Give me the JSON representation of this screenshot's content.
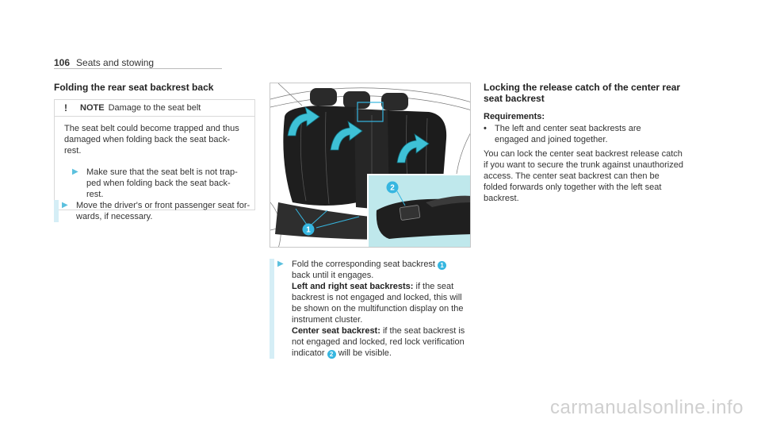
{
  "header": {
    "page_number": "106",
    "section": "Seats and stowing"
  },
  "col1": {
    "title": "Folding the rear seat backrest back",
    "note": {
      "icon": "!",
      "label": "NOTE",
      "heading": "Damage to the seat belt",
      "body": "The seat belt could become trapped and thus damaged when folding back the seat back-rest.",
      "step": "Make sure that the seat belt is not trap-ped when folding back the seat back-rest."
    },
    "step": "Move the driver's or front passenger seat for-wards, if necessary."
  },
  "figure": {
    "callout_1": "1",
    "callout_2": "2"
  },
  "col2": {
    "step1_text": "Fold the corresponding seat backrest",
    "step1_callout": "1",
    "step1_text_after": "back until it engages.",
    "lr_label": "Left and right seat backrests:",
    "lr_text": "if the seat backrest is not engaged and locked, this will be shown on the multifunction display on the instrument cluster.",
    "center_label": "Center seat backrest:",
    "center_text_before": "if the seat backrest is not engaged and locked, red lock verification indicator",
    "center_callout": "2",
    "center_text_after": "will be visible."
  },
  "col3": {
    "title": "Locking the release catch of the center rear seat backrest",
    "requirements_title": "Requirements:",
    "requirement": "The left and center seat backrests are engaged and joined together.",
    "paragraph": "You can lock the center seat backrest release catch if you want to secure the trunk against unauthorized access. The center seat backrest can then be folded forwards only together with the left seat backrest."
  },
  "watermark": "carmanualsonline.info",
  "colors": {
    "accent": "#36b6e0",
    "step_bar": "#d5eef6",
    "inset_bg": "#bfe8ec"
  }
}
